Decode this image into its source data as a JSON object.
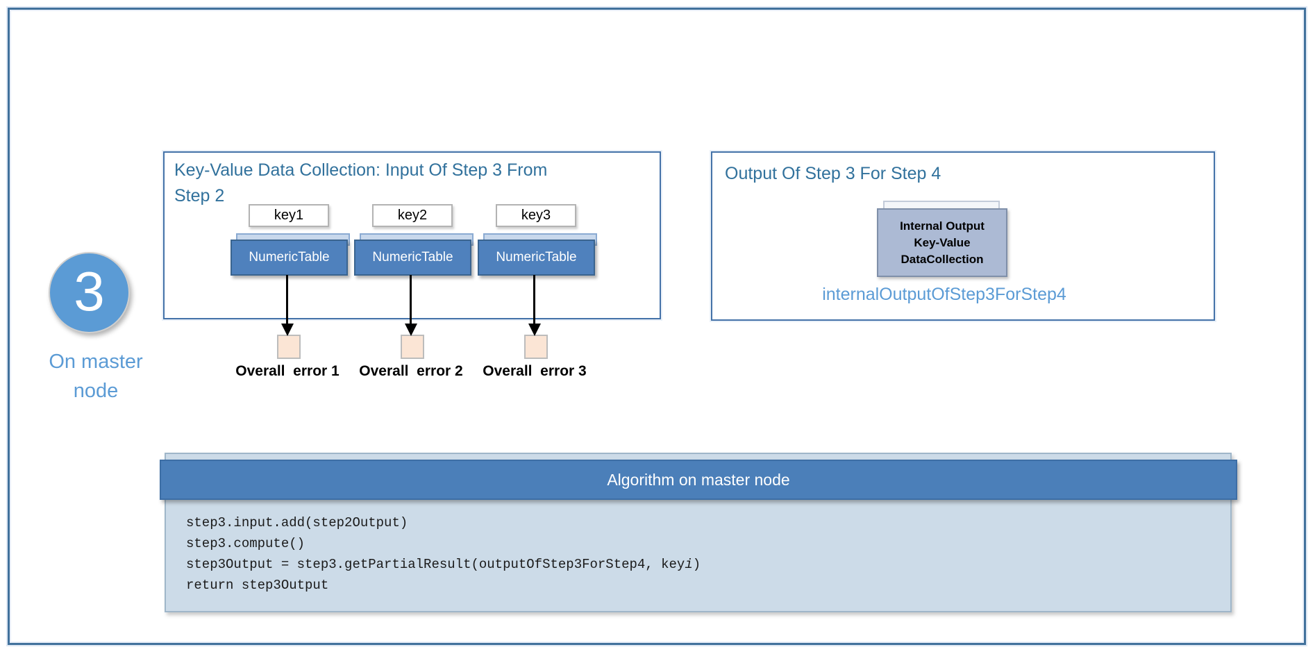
{
  "figure": {
    "step_number": "3",
    "step_caption": "On master node"
  },
  "input_panel": {
    "title_lines": [
      "Key-Value Data Collection: Input Of Step 3 From",
      "Step 2"
    ],
    "columns": [
      {
        "key": "key1",
        "table": "NumericTable",
        "error_label": "Overall  error 1"
      },
      {
        "key": "key2",
        "table": "NumericTable",
        "error_label": "Overall  error 2"
      },
      {
        "key": "key3",
        "table": "NumericTable",
        "error_label": "Overall  error 3"
      }
    ]
  },
  "output_panel": {
    "title": "Output Of Step 3 For Step 4",
    "box_lines": [
      "Internal Output",
      "Key-Value",
      "DataCollection"
    ],
    "caption": "internalOutputOfStep3ForStep4"
  },
  "algorithm": {
    "header": "Algorithm on master node",
    "code_lines": [
      {
        "pre": "step3.input.add(step2Output)"
      },
      {
        "pre": "step3.compute()"
      },
      {
        "pre": "step3Output = step3.getPartialResult(outputOfStep3ForStep4, key",
        "italic": "i",
        "post": ")"
      },
      {
        "pre": "return step3Output"
      }
    ]
  },
  "colors": {
    "frame_border": "#41719c",
    "accent_blue": "#4f81bd",
    "light_blue_text": "#5b9bd5",
    "panel_title": "#31719c",
    "code_bg": "#ccdbe8",
    "internal_box_bg": "#acbad4",
    "error_square_bg": "#fbe5d5"
  }
}
